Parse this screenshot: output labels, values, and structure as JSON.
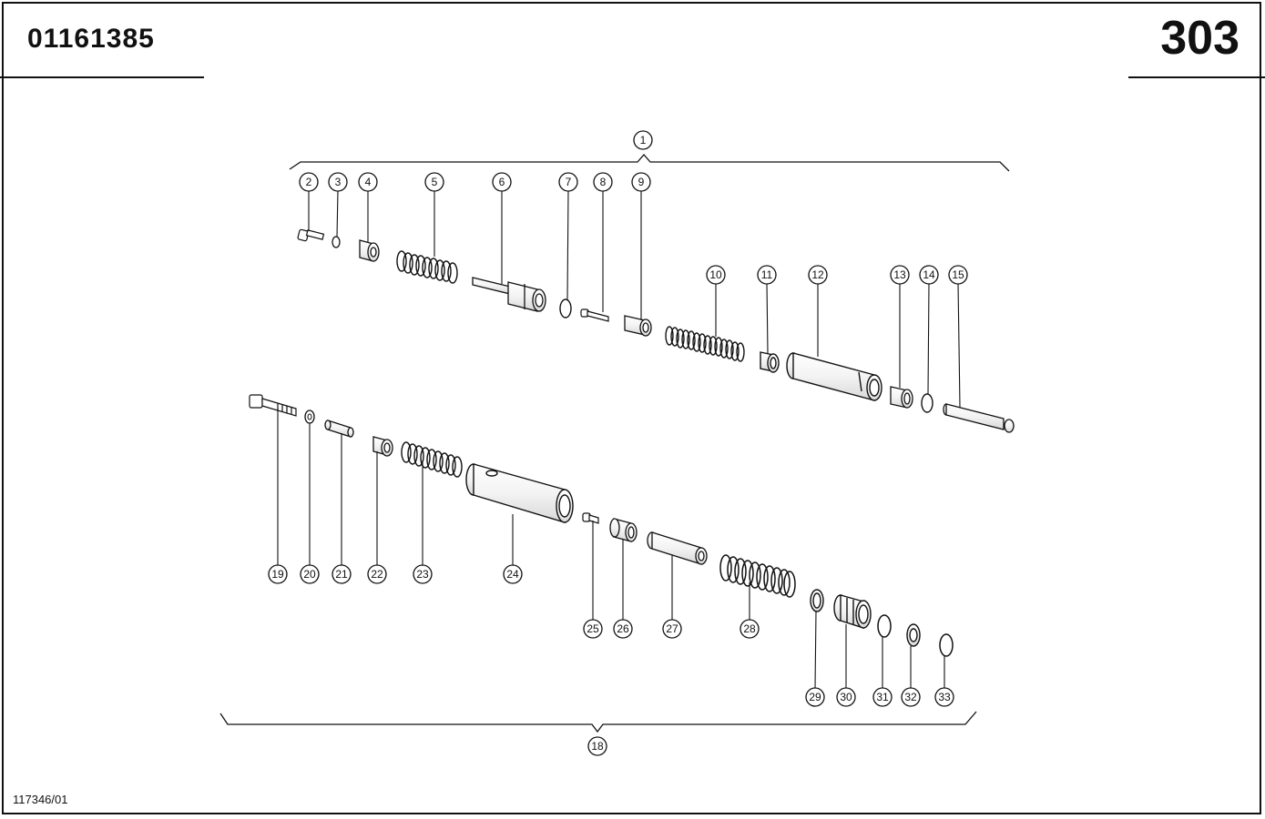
{
  "header": {
    "part_number": "01161385",
    "page_number": "303"
  },
  "footer": {
    "drawing_ref": "117346/01"
  },
  "callouts": {
    "c1": "1",
    "c2": "2",
    "c3": "3",
    "c4": "4",
    "c5": "5",
    "c6": "6",
    "c7": "7",
    "c8": "8",
    "c9": "9",
    "c10": "10",
    "c11": "11",
    "c12": "12",
    "c13": "13",
    "c14": "14",
    "c15": "15",
    "c18": "18",
    "c19": "19",
    "c20": "20",
    "c21": "21",
    "c22": "22",
    "c23": "23",
    "c24": "24",
    "c25": "25",
    "c26": "26",
    "c27": "27",
    "c28": "28",
    "c29": "29",
    "c30": "30",
    "c31": "31",
    "c32": "32",
    "c33": "33"
  }
}
